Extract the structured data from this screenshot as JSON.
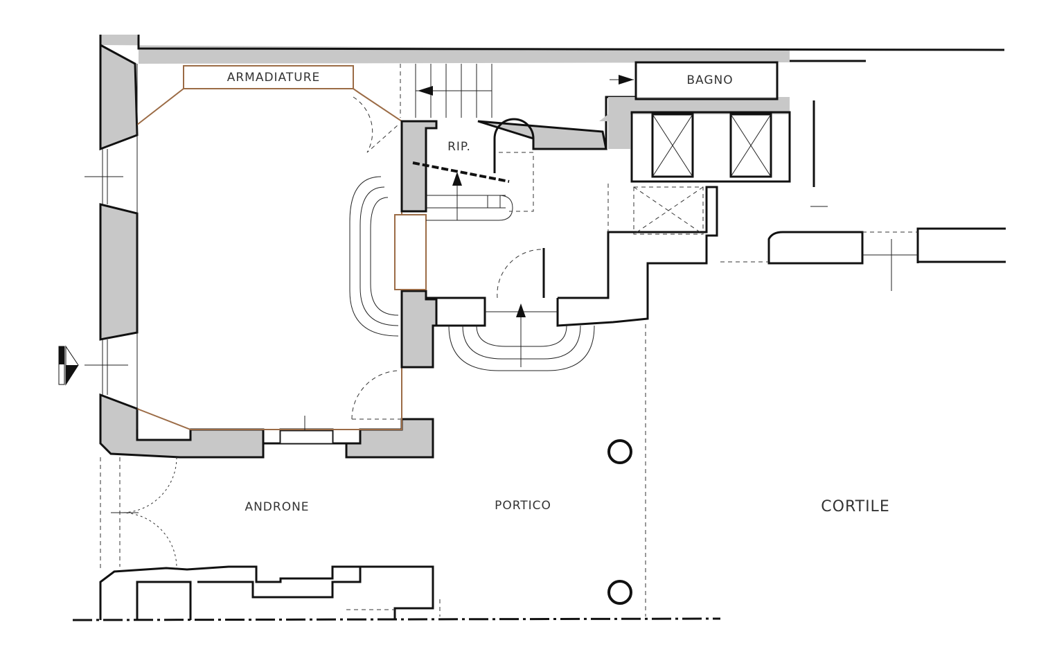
{
  "plan": {
    "rooms": {
      "armadiature": "ARMADIATURE",
      "bagno": "BAGNO",
      "rip": "RIP.",
      "androne": "ANDRONE",
      "portico": "PORTICO",
      "cortile": "CORTILE"
    },
    "colors": {
      "wall_fill": "#c8c8c8",
      "line": "#111111",
      "finish": "#9b6b45"
    }
  }
}
